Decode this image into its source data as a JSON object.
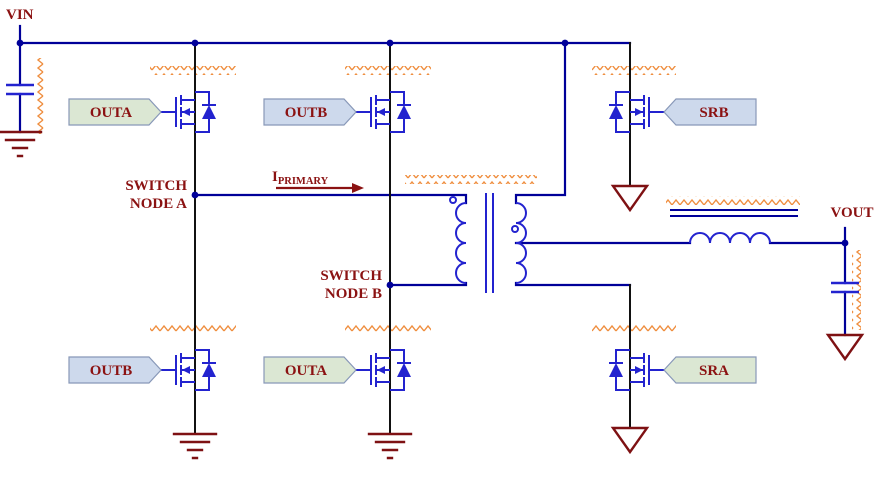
{
  "labels": {
    "vin": "VIN",
    "vout": "VOUT",
    "switch_node_a": {
      "line1": "SWITCH",
      "line2": "NODE A"
    },
    "switch_node_b": {
      "line1": "SWITCH",
      "line2": "NODE B"
    },
    "i_primary": {
      "symbol": "I",
      "subscript": "PRIMARY"
    }
  },
  "tags": {
    "outa_high": "OUTA",
    "outb_high": "OUTB",
    "outb_low": "OUTB",
    "outa_low": "OUTA",
    "srb": "SRB",
    "sra": "SRA"
  },
  "colors": {
    "wire_blue": "#000099",
    "device_blue": "#2323cf",
    "stub_black": "#111111",
    "label_maroon": "#8b1212",
    "ground_maroon": "#7e1113",
    "tag_green_fill": "#dbe7d3",
    "tag_blue_fill": "#cdd9ec",
    "tag_border": "#8898b8",
    "highlight_orange": "#ef8e3f"
  }
}
